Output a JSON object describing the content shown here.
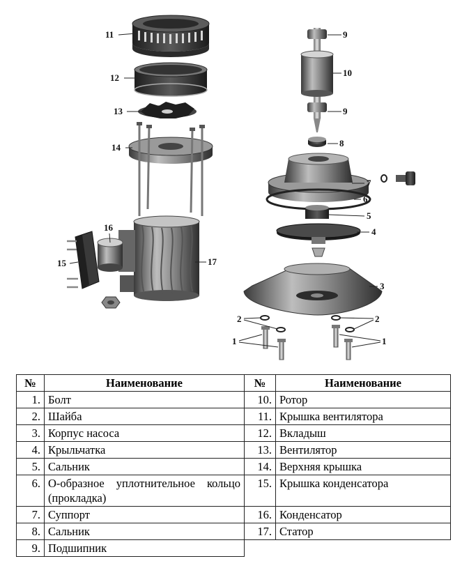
{
  "diagram": {
    "callouts": [
      "11",
      "12",
      "13",
      "14",
      "16",
      "15",
      "17",
      "9",
      "10",
      "9",
      "8",
      "7",
      "6",
      "5",
      "4",
      "3",
      "2",
      "2",
      "1",
      "1"
    ]
  },
  "table": {
    "headers": {
      "num": "№",
      "name": "Наименование"
    },
    "left": [
      {
        "num": "1.",
        "name": "Болт"
      },
      {
        "num": "2.",
        "name": "Шайба"
      },
      {
        "num": "3.",
        "name": "Корпус насоса"
      },
      {
        "num": "4.",
        "name": "Крыльчатка"
      },
      {
        "num": "5.",
        "name": "Сальник"
      },
      {
        "num": "6.",
        "name": "О-образное уплотнительное кольцо (прокладка)"
      },
      {
        "num": "7.",
        "name": "Суппорт"
      },
      {
        "num": "8.",
        "name": "Сальник"
      },
      {
        "num": "9.",
        "name": "Подшипник"
      }
    ],
    "right": [
      {
        "num": "10.",
        "name": "Ротор"
      },
      {
        "num": "11.",
        "name": "Крышка вентилятора"
      },
      {
        "num": "12.",
        "name": "Вкладыш"
      },
      {
        "num": "13.",
        "name": "Вентилятор"
      },
      {
        "num": "14.",
        "name": "Верхняя крышка"
      },
      {
        "num": "15.",
        "name": "Крышка конденсатора"
      },
      {
        "num": "16.",
        "name": "Конденсатор"
      },
      {
        "num": "17.",
        "name": "Статор"
      }
    ]
  }
}
